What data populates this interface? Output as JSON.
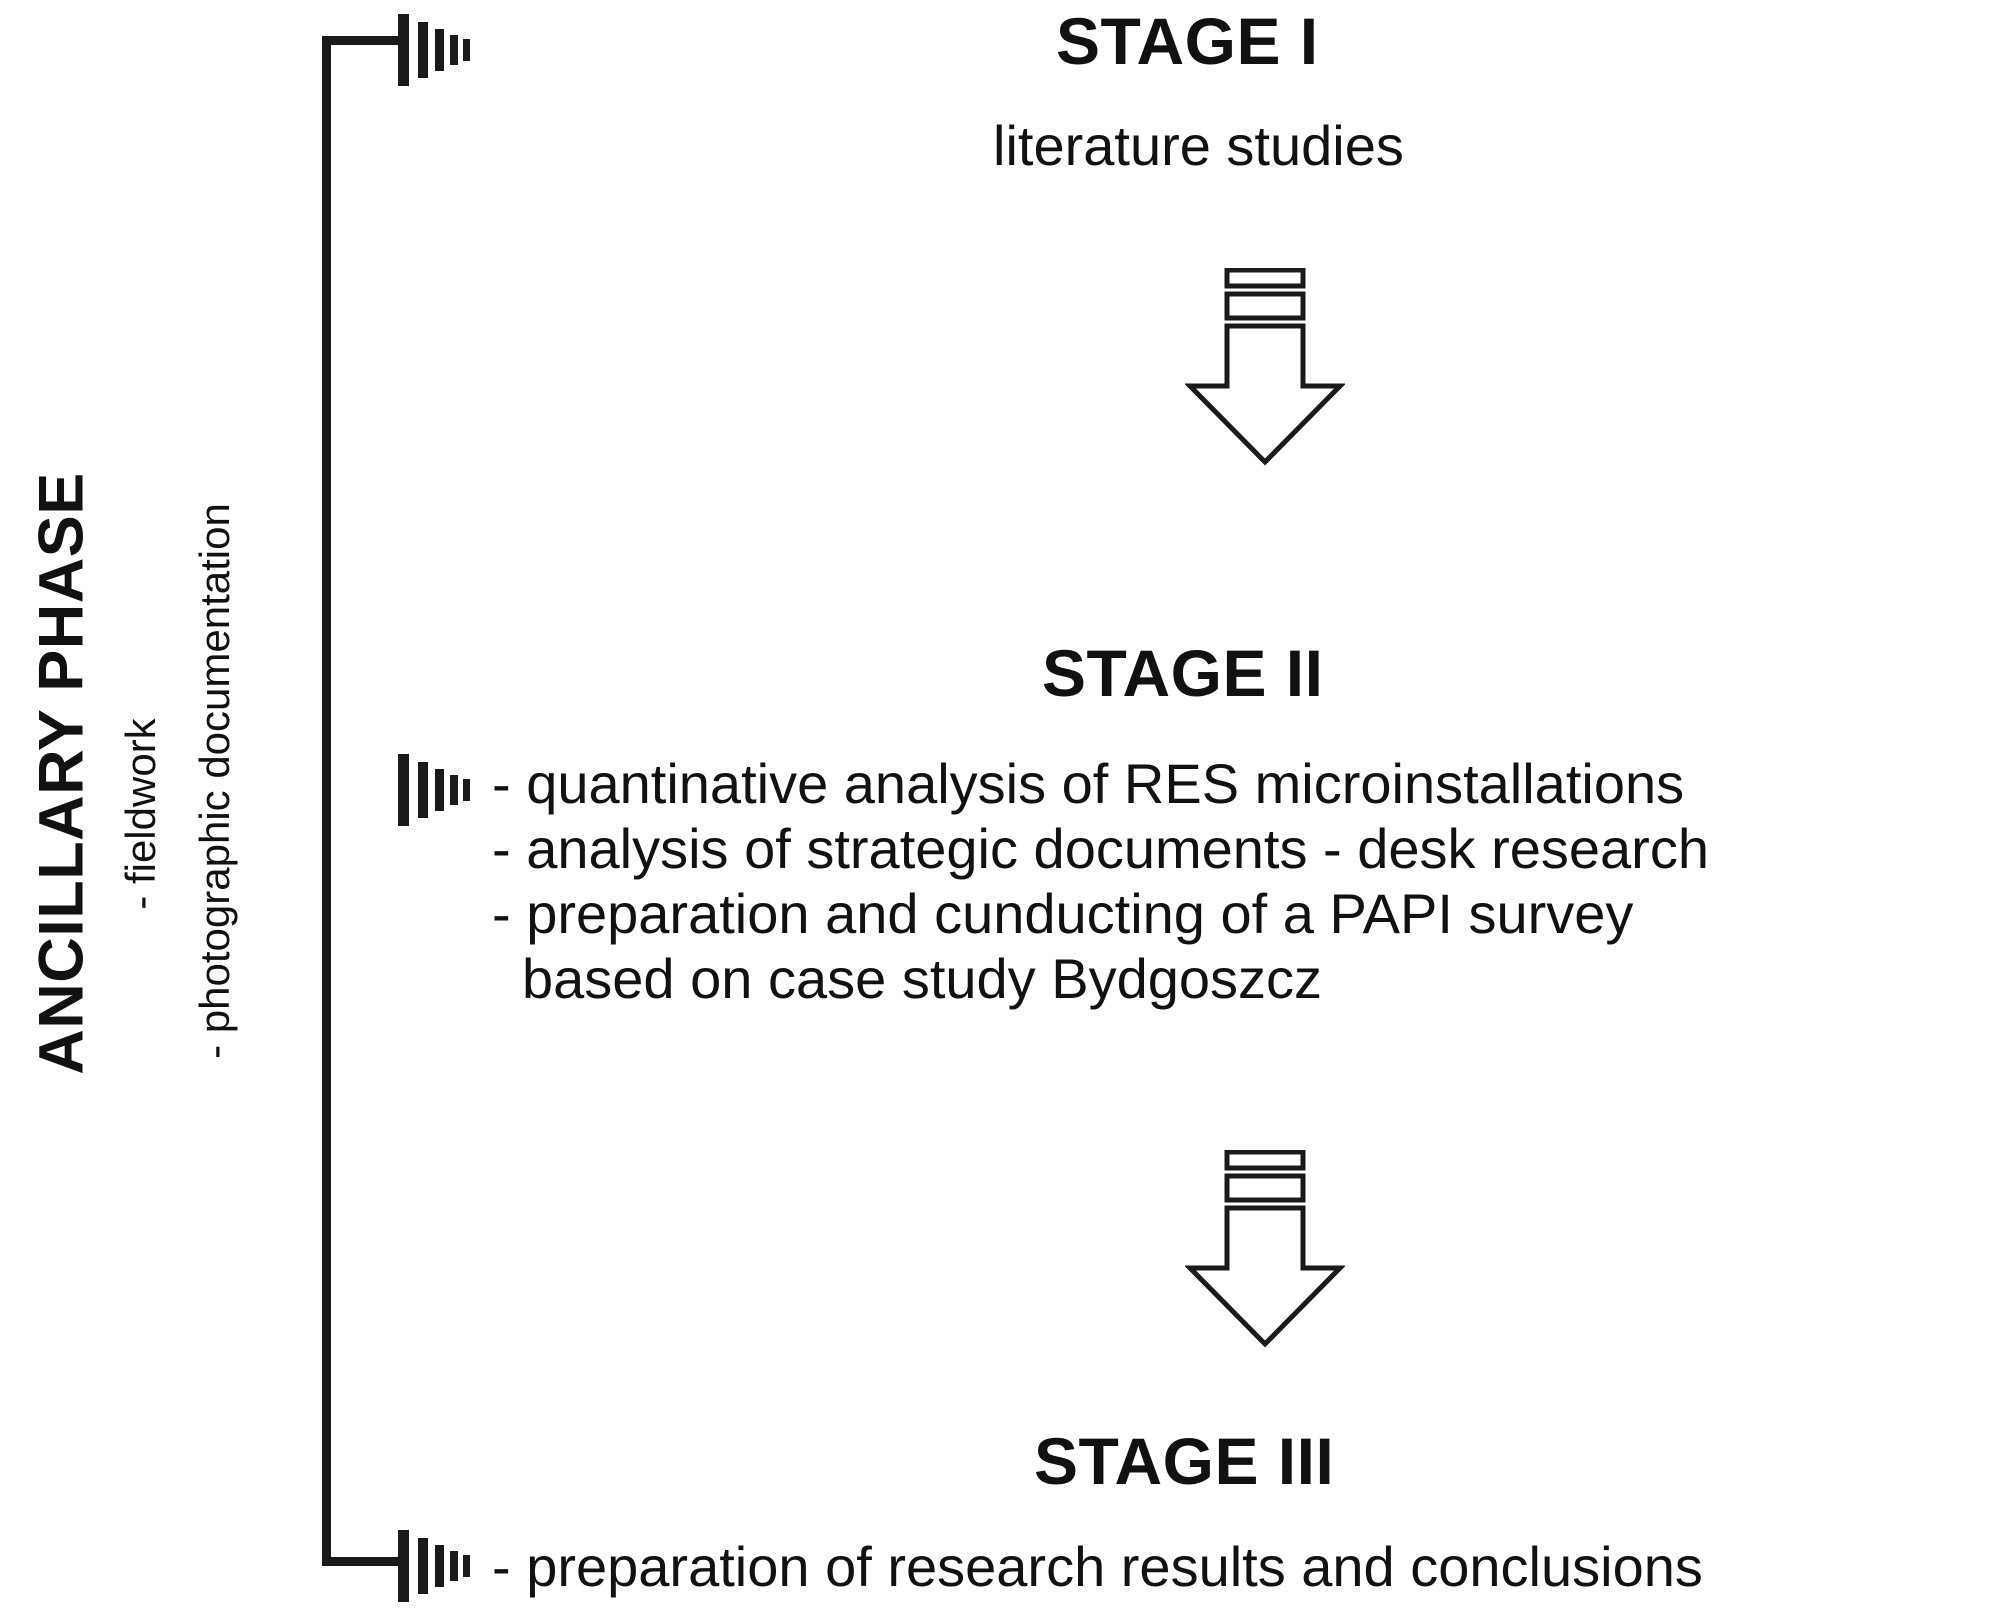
{
  "diagram": {
    "title": "Research methodology stages diagram",
    "colors": {
      "ink": "#1a1a1a",
      "background": "#ffffff"
    },
    "side_axis": {
      "phase_label": "ANCILLARY PHASE",
      "activities": [
        "- fieldwork",
        "- photographic documentation"
      ]
    },
    "stages": [
      {
        "id": "stage-1",
        "heading": "STAGE I",
        "subtitle": "literature studies",
        "bullets": [],
        "marker_icon": "signal-decay-icon"
      },
      {
        "id": "stage-2",
        "heading": "STAGE II",
        "subtitle": "",
        "bullets": [
          "- quantinative analysis of RES microinstallations",
          "- analysis of strategic documents - desk research",
          "- preparation and cunducting of a PAPI survey",
          "based on case study Bydgoszcz"
        ],
        "marker_icon": "signal-decay-icon"
      },
      {
        "id": "stage-3",
        "heading": "STAGE III",
        "subtitle": "",
        "bullets": [
          "- preparation of research results and conclusions"
        ],
        "marker_icon": "signal-decay-icon"
      }
    ],
    "connectors": [
      {
        "id": "arrow-1",
        "icon": "arrow-down-icon",
        "from": "STAGE I",
        "to": "STAGE II"
      },
      {
        "id": "arrow-2",
        "icon": "arrow-down-icon",
        "from": "STAGE II",
        "to": "STAGE III"
      }
    ]
  }
}
